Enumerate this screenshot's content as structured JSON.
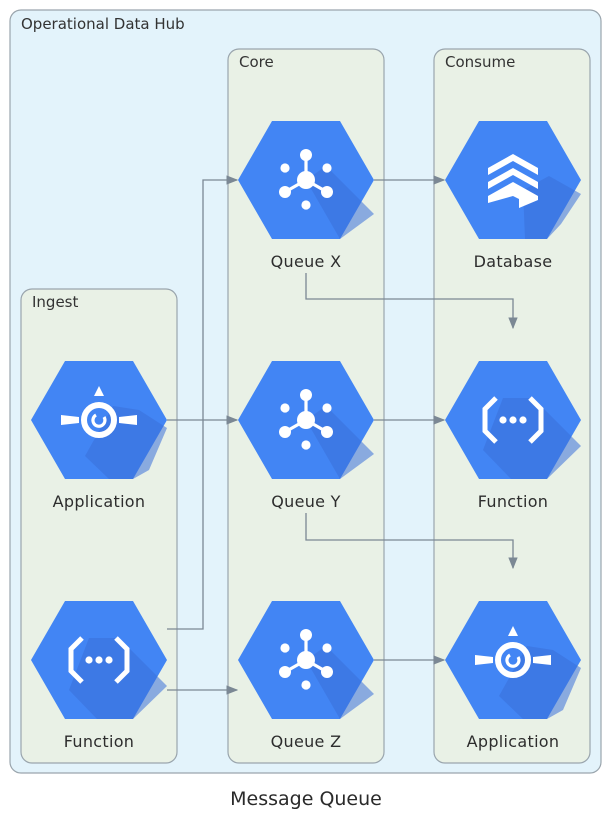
{
  "caption": "Message Queue",
  "colors": {
    "hub_fill": "#e3f3fb",
    "group_fill": "#e9f1e6",
    "icon_blue": "#4285f4",
    "icon_shadow": "#3a6fd9",
    "edge": "#7b8894"
  },
  "clusters": {
    "hub": "Operational Data Hub",
    "ingest": "Ingest",
    "core": "Core",
    "consume": "Consume"
  },
  "nodes": {
    "ingest_app": {
      "label": "Application",
      "icon": "app-engine-icon"
    },
    "ingest_func": {
      "label": "Function",
      "icon": "cloud-functions-icon"
    },
    "queue_x": {
      "label": "Queue X",
      "icon": "pubsub-icon"
    },
    "queue_y": {
      "label": "Queue Y",
      "icon": "pubsub-icon"
    },
    "queue_z": {
      "label": "Queue Z",
      "icon": "pubsub-icon"
    },
    "consume_db": {
      "label": "Database",
      "icon": "datastore-icon"
    },
    "consume_func": {
      "label": "Function",
      "icon": "cloud-functions-icon"
    },
    "consume_app": {
      "label": "Application",
      "icon": "app-engine-icon"
    }
  },
  "edges": [
    {
      "from": "ingest_app",
      "to": "queue_y"
    },
    {
      "from": "ingest_func",
      "to": "queue_x"
    },
    {
      "from": "ingest_func",
      "to": "queue_z"
    },
    {
      "from": "queue_x",
      "to": "consume_db"
    },
    {
      "from": "queue_x",
      "to": "consume_func"
    },
    {
      "from": "queue_y",
      "to": "consume_func"
    },
    {
      "from": "queue_y",
      "to": "consume_app"
    },
    {
      "from": "queue_z",
      "to": "consume_app"
    }
  ]
}
